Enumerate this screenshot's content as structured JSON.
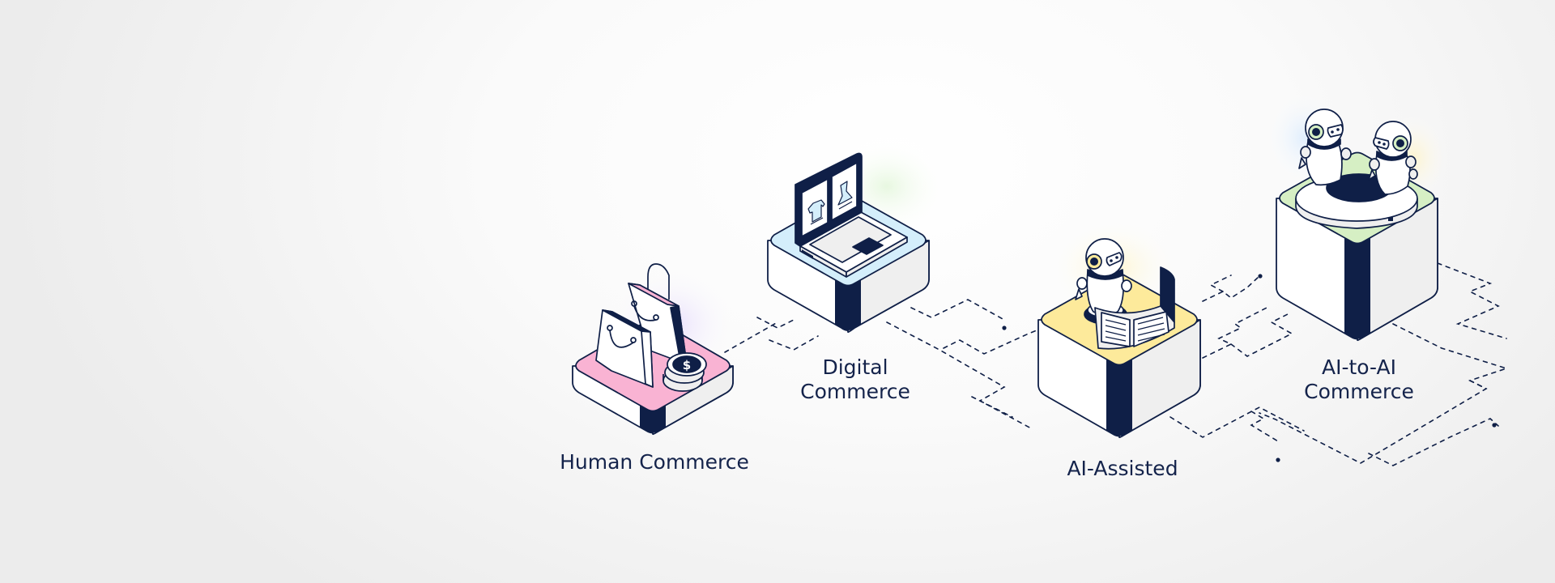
{
  "diagram": {
    "theme": {
      "navy": "#0f1f47",
      "background": "#f4f4f4",
      "side_light": "#ffffff",
      "side_shade": "#efefef"
    },
    "stages": [
      {
        "id": "human",
        "label_lines": [
          "Human Commerce"
        ],
        "top_color": "#f9b3d3",
        "icon": "shopping-bags-and-coins-icon"
      },
      {
        "id": "digital",
        "label_lines": [
          "Digital",
          "Commerce"
        ],
        "top_color": "#d4eefb",
        "icon": "laptop-with-clothing-icon"
      },
      {
        "id": "ai-assisted",
        "label_lines": [
          "AI-Assisted"
        ],
        "top_color": "#fdea9b",
        "icon": "robot-with-document-icon"
      },
      {
        "id": "ai-to-ai",
        "label_lines": [
          "AI-to-AI",
          "Commerce"
        ],
        "top_color": "#d6efc4",
        "icon": "two-robots-icon"
      }
    ],
    "connectors": "dashed-circuit-lines"
  }
}
